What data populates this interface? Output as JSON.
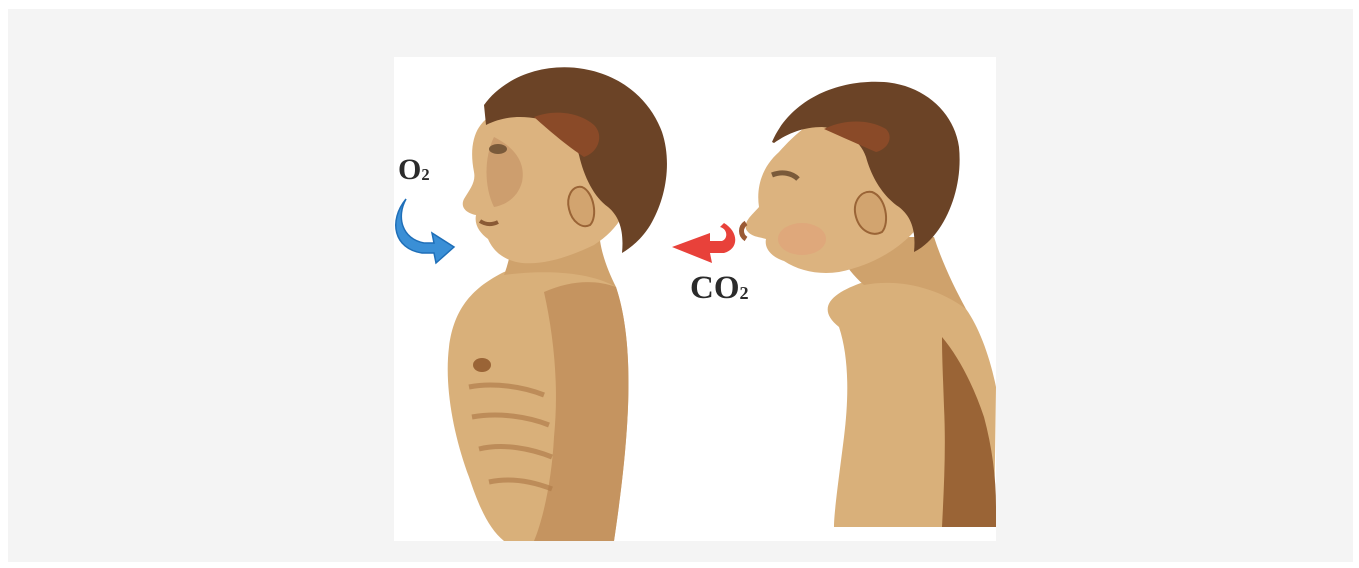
{
  "labels": {
    "inhale_gas": "O",
    "inhale_gas_sub": "2",
    "exhale_gas": "CO",
    "exhale_gas_sub": "2"
  },
  "colors": {
    "inhale_arrow": "#3a8fd6",
    "exhale_arrow": "#e8413a",
    "hair": "#6b4326",
    "skin": "#d9b07a",
    "skin_shade": "#c59460",
    "skin_dark": "#9a6436"
  },
  "icons": {
    "inhale_arrow": "curved-arrow-right-icon",
    "exhale_arrow": "curved-arrow-left-icon"
  }
}
